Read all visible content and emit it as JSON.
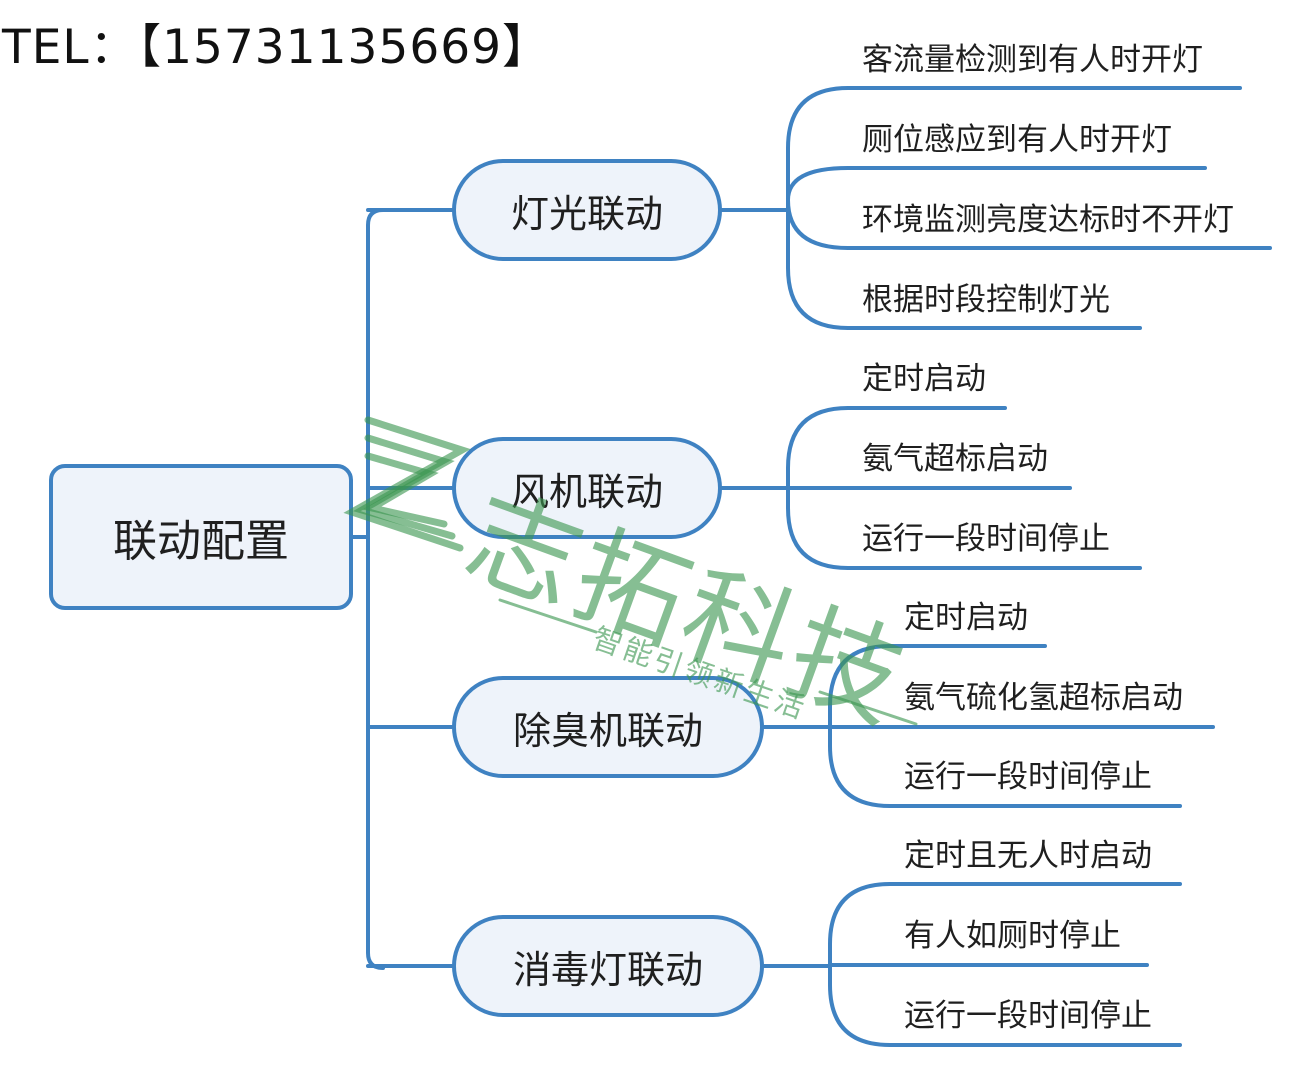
{
  "header": {
    "tel": "TEL：【15731135669】"
  },
  "mindmap": {
    "root": "联动配置",
    "branches": [
      {
        "label": "灯光联动",
        "items": [
          "客流量检测到有人时开灯",
          "厕位感应到有人时开灯",
          "环境监测亮度达标时不开灯",
          "根据时段控制灯光"
        ]
      },
      {
        "label": "风机联动",
        "items": [
          "定时启动",
          "氨气超标启动",
          "运行一段时间停止"
        ]
      },
      {
        "label": "除臭机联动",
        "items": [
          "定时启动",
          "氨气硫化氢超标启动",
          "运行一段时间停止"
        ]
      },
      {
        "label": "消毒灯联动",
        "items": [
          "定时且无人时启动",
          "有人如厕时停止",
          "运行一段时间停止"
        ]
      }
    ]
  },
  "watermark": {
    "brand": "志拓科技",
    "slogan": "智能引领新生活"
  },
  "colors": {
    "line": "#3f82c2",
    "node_fill": "#eef3fa",
    "watermark": "#3c9650"
  }
}
